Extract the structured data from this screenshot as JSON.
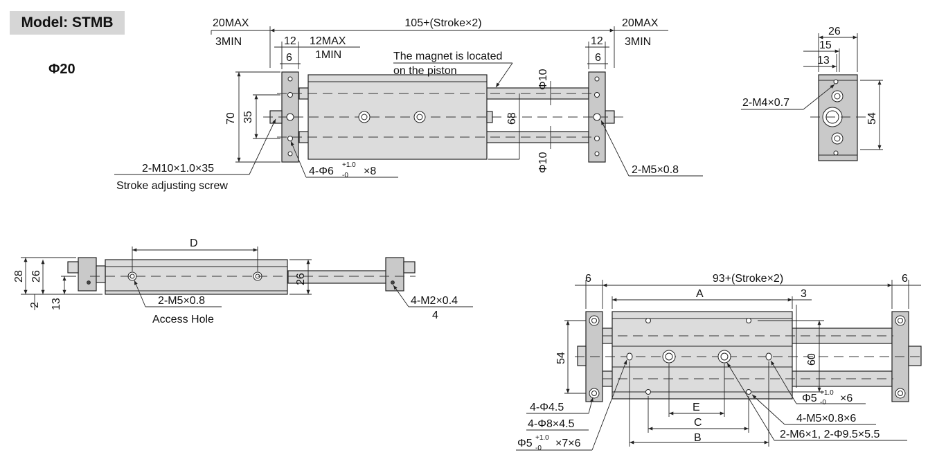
{
  "model_label": "Model: STMB",
  "bore": "Φ20",
  "top_view": {
    "left_stop_max": "20MAX",
    "left_stop_min": "3MIN",
    "overall_length": "105+(Stroke×2)",
    "right_stop_max": "20MAX",
    "right_stop_min": "3MIN",
    "plate_width_left": "12",
    "plate_inner_left": "6",
    "adjust_max": "12MAX",
    "adjust_min": "1MIN",
    "plate_width_right": "12",
    "plate_inner_right": "6",
    "magnet_note_1": "The magnet is located",
    "magnet_note_2": "on the piston",
    "rod_dia_top": "Φ10",
    "rod_dia_bottom": "Φ10",
    "height_total": "70",
    "height_half": "35",
    "rod_pitch": "68",
    "stroke_screw_spec": "2-M10×1.0×35",
    "stroke_screw_name": "Stroke adjusting screw",
    "mount_holes_prefix": "4-Φ6",
    "mount_holes_tol_plus": "+1.0",
    "mount_holes_tol_minus": "-0",
    "mount_holes_suffix": "×8",
    "port_spec": "2-M5×0.8"
  },
  "end_view": {
    "width_total": "26",
    "width_mid": "15",
    "width_small": "13",
    "height": "54",
    "thread_spec": "2-M4×0.7"
  },
  "side_view": {
    "dim_d": "D",
    "height_total": "28",
    "height_body": "26",
    "height_base": "2",
    "height_hole": "13",
    "height_right": "26",
    "access_port": "2-M5×0.8",
    "access_name": "Access Hole",
    "small_thread": "4-M2×0.4",
    "small_thread_depth": "4"
  },
  "bottom_view": {
    "plate_left": "6",
    "overall_length": "93+(Stroke×2)",
    "plate_right": "6",
    "dim_a": "A",
    "dim_3": "3",
    "height_54": "54",
    "height_60": "60",
    "dim_e": "E",
    "dim_c": "C",
    "dim_b": "B",
    "hole_a": "4-Φ4.5",
    "hole_b": "4-Φ8×4.5",
    "hole_c_prefix": "Φ5",
    "hole_c_tol_plus": "+1.0",
    "hole_c_tol_minus": "-0",
    "hole_c_suffix": "×7×6",
    "pin_prefix": "Φ5",
    "pin_tol_plus": "+1.0",
    "pin_tol_minus": "-0",
    "pin_suffix": "×6",
    "tap_spec": "4-M5×0.8×6",
    "tap_spec_2": "2-M6×1, 2-Φ9.5×5.5"
  }
}
